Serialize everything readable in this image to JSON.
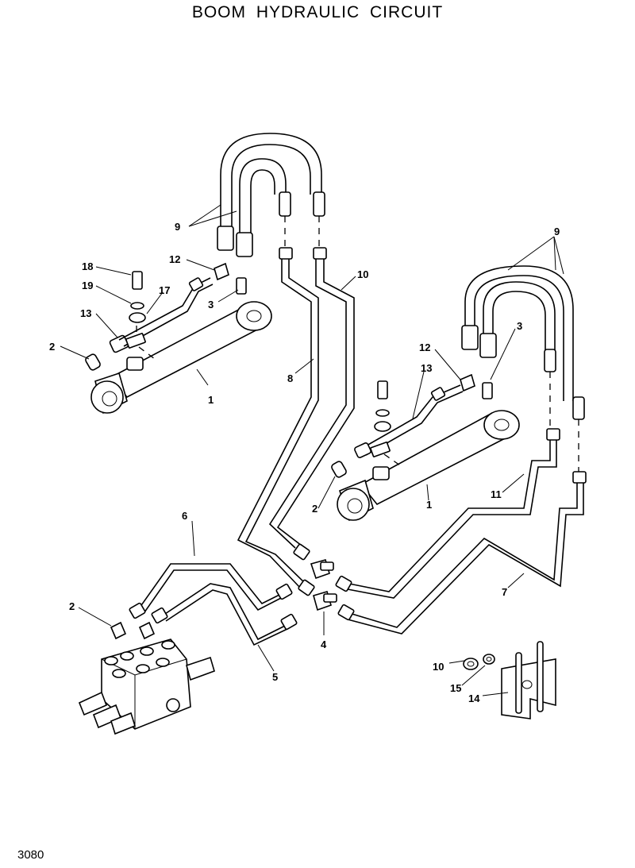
{
  "title": "BOOM  HYDRAULIC  CIRCUIT",
  "page_number": "3080",
  "callouts": [
    {
      "id": "c9a",
      "label": "9"
    },
    {
      "id": "c9b",
      "label": "9"
    },
    {
      "id": "c10a",
      "label": "10"
    },
    {
      "id": "c10b",
      "label": "10"
    },
    {
      "id": "c12a",
      "label": "12"
    },
    {
      "id": "c12b",
      "label": "12"
    },
    {
      "id": "c18",
      "label": "18"
    },
    {
      "id": "c19",
      "label": "19"
    },
    {
      "id": "c17",
      "label": "17"
    },
    {
      "id": "c3a",
      "label": "3"
    },
    {
      "id": "c3b",
      "label": "3"
    },
    {
      "id": "c13a",
      "label": "13"
    },
    {
      "id": "c13b",
      "label": "13"
    },
    {
      "id": "c2a",
      "label": "2"
    },
    {
      "id": "c2b",
      "label": "2"
    },
    {
      "id": "c2c",
      "label": "2"
    },
    {
      "id": "c1a",
      "label": "1"
    },
    {
      "id": "c1b",
      "label": "1"
    },
    {
      "id": "c8",
      "label": "8"
    },
    {
      "id": "c11",
      "label": "11"
    },
    {
      "id": "c6",
      "label": "6"
    },
    {
      "id": "c7",
      "label": "7"
    },
    {
      "id": "c4",
      "label": "4"
    },
    {
      "id": "c5",
      "label": "5"
    },
    {
      "id": "c15",
      "label": "15"
    },
    {
      "id": "c14",
      "label": "14"
    }
  ]
}
